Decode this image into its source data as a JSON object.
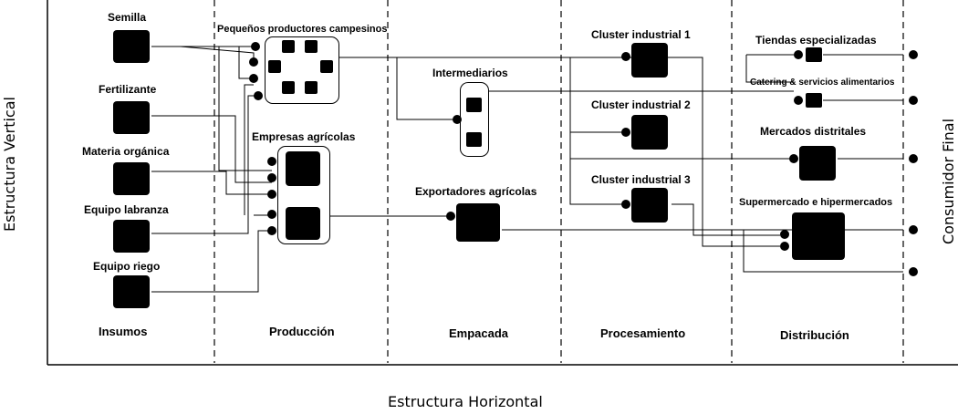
{
  "axes": {
    "vertical": "Estructura Vertical",
    "horizontal": "Estructura Horizontal",
    "final": "Consumidor Final"
  },
  "stages": [
    "Insumos",
    "Producción",
    "Empacada",
    "Procesamiento",
    "Distribución"
  ],
  "inputs": [
    "Semilla",
    "Fertilizante",
    "Materia orgánica",
    "Equipo labranza",
    "Equipo riego"
  ],
  "production": {
    "small_producers": "Pequeños productores campesinos",
    "agri_companies": "Empresas agrícolas"
  },
  "packing": {
    "intermediaries": "Intermediarios",
    "exporters": "Exportadores agrícolas"
  },
  "processing": [
    "Cluster industrial 1",
    "Cluster industrial 2",
    "Cluster industrial 3"
  ],
  "distribution": {
    "specialty_stores": "Tiendas especializadas",
    "catering": "Catering & servicios alimentarios",
    "district_markets": "Mercados distritales",
    "supermarkets": "Supermercado e hipermercados"
  }
}
